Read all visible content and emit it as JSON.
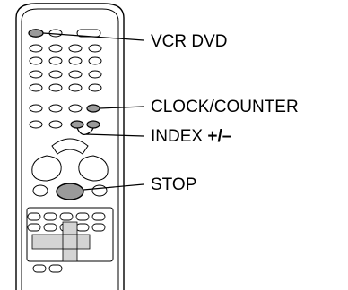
{
  "callouts": {
    "vcr_dvd": "VCR DVD",
    "clock_counter": "CLOCK/COUNTER",
    "index_prefix": "INDEX ",
    "index_sign": "+/–",
    "stop": "STOP"
  },
  "colors": {
    "outline": "#000000",
    "highlight_fill": "#9a9a9a",
    "light_fill": "#d4d4d4",
    "body_fill": "#ffffff"
  }
}
